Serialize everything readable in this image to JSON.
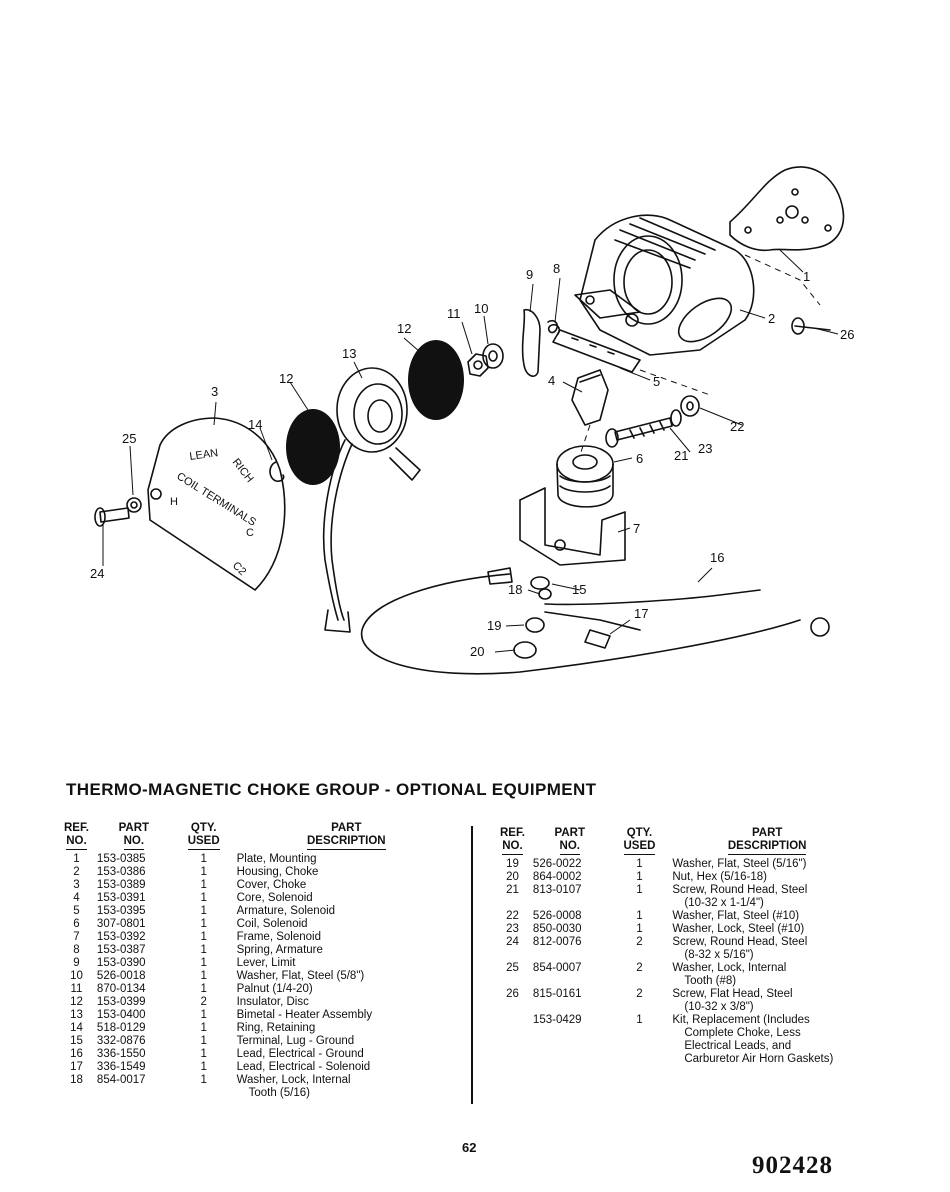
{
  "diagram": {
    "callouts": [
      "1",
      "2",
      "3",
      "4",
      "5",
      "6",
      "7",
      "8",
      "9",
      "10",
      "11",
      "12",
      "12",
      "13",
      "14",
      "15",
      "16",
      "17",
      "18",
      "19",
      "20",
      "21",
      "22",
      "23",
      "24",
      "25",
      "26"
    ],
    "cover_labels": [
      "LEAN",
      "RICH",
      "COIL TERMINALS",
      "H",
      "C",
      "C2"
    ]
  },
  "title": "THERMO-MAGNETIC CHOKE GROUP - OPTIONAL EQUIPMENT",
  "headers": {
    "ref_1": "REF.",
    "ref_2": "NO.",
    "part_1": "PART",
    "part_2": "NO.",
    "qty_1": "QTY.",
    "qty_2": "USED",
    "desc_1": "PART",
    "desc_2": "DESCRIPTION"
  },
  "left_rows": [
    {
      "ref": "1",
      "part": "153-0385",
      "qty": "1",
      "desc": "Plate, Mounting"
    },
    {
      "ref": "2",
      "part": "153-0386",
      "qty": "1",
      "desc": "Housing, Choke"
    },
    {
      "ref": "3",
      "part": "153-0389",
      "qty": "1",
      "desc": "Cover, Choke"
    },
    {
      "ref": "4",
      "part": "153-0391",
      "qty": "1",
      "desc": "Core, Solenoid"
    },
    {
      "ref": "5",
      "part": "153-0395",
      "qty": "1",
      "desc": "Armature, Solenoid"
    },
    {
      "ref": "6",
      "part": "307-0801",
      "qty": "1",
      "desc": "Coil, Solenoid"
    },
    {
      "ref": "7",
      "part": "153-0392",
      "qty": "1",
      "desc": "Frame, Solenoid"
    },
    {
      "ref": "8",
      "part": "153-0387",
      "qty": "1",
      "desc": "Spring, Armature"
    },
    {
      "ref": "9",
      "part": "153-0390",
      "qty": "1",
      "desc": "Lever, Limit"
    },
    {
      "ref": "10",
      "part": "526-0018",
      "qty": "1",
      "desc": "Washer, Flat, Steel (5/8\")"
    },
    {
      "ref": "11",
      "part": "870-0134",
      "qty": "1",
      "desc": "Palnut (1/4-20)"
    },
    {
      "ref": "12",
      "part": "153-0399",
      "qty": "2",
      "desc": "Insulator, Disc"
    },
    {
      "ref": "13",
      "part": "153-0400",
      "qty": "1",
      "desc": "Bimetal - Heater Assembly"
    },
    {
      "ref": "14",
      "part": "518-0129",
      "qty": "1",
      "desc": "Ring, Retaining"
    },
    {
      "ref": "15",
      "part": "332-0876",
      "qty": "1",
      "desc": "Terminal, Lug - Ground"
    },
    {
      "ref": "16",
      "part": "336-1550",
      "qty": "1",
      "desc": "Lead, Electrical - Ground"
    },
    {
      "ref": "17",
      "part": "336-1549",
      "qty": "1",
      "desc": "Lead, Electrical - Solenoid"
    },
    {
      "ref": "18",
      "part": "854-0017",
      "qty": "1",
      "desc": "Washer, Lock, Internal",
      "desc2": "Tooth (5/16)"
    }
  ],
  "right_rows": [
    {
      "ref": "19",
      "part": "526-0022",
      "qty": "1",
      "desc": "Washer, Flat, Steel (5/16\")"
    },
    {
      "ref": "20",
      "part": "864-0002",
      "qty": "1",
      "desc": "Nut, Hex (5/16-18)"
    },
    {
      "ref": "21",
      "part": "813-0107",
      "qty": "1",
      "desc": "Screw, Round Head, Steel",
      "desc2": "(10-32 x 1-1/4\")"
    },
    {
      "ref": "22",
      "part": "526-0008",
      "qty": "1",
      "desc": "Washer, Flat, Steel (#10)"
    },
    {
      "ref": "23",
      "part": "850-0030",
      "qty": "1",
      "desc": "Washer, Lock, Steel (#10)"
    },
    {
      "ref": "24",
      "part": "812-0076",
      "qty": "2",
      "desc": "Screw, Round Head, Steel",
      "desc2": "(8-32 x 5/16\")"
    },
    {
      "ref": "25",
      "part": "854-0007",
      "qty": "2",
      "desc": "Washer, Lock, Internal",
      "desc2": "Tooth (#8)"
    },
    {
      "ref": "26",
      "part": "815-0161",
      "qty": "2",
      "desc": "Screw, Flat Head, Steel",
      "desc2": "(10-32 x 3/8\")"
    },
    {
      "ref": "",
      "part": "153-0429",
      "qty": "1",
      "desc": "Kit, Replacement (Includes",
      "desc2": "Complete Choke, Less",
      "desc3": "Electrical Leads, and",
      "desc4": "Carburetor Air Horn Gaskets)"
    }
  ],
  "page_number": "62",
  "document_number": "902428"
}
